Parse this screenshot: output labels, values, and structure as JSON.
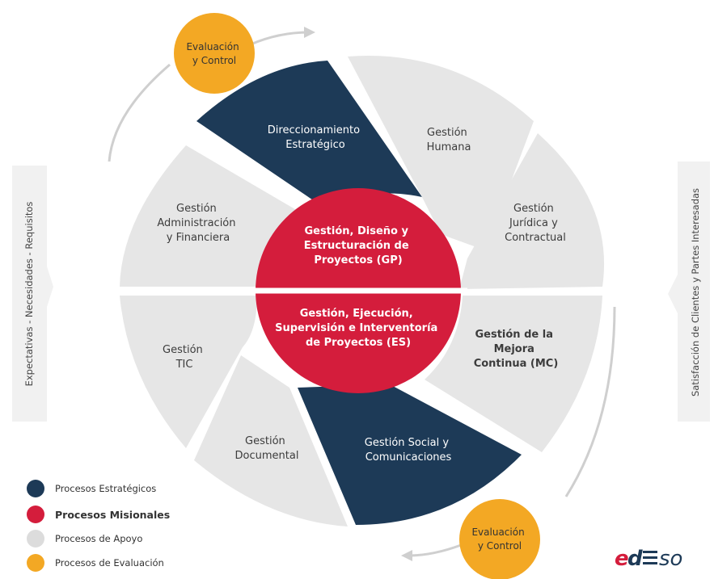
{
  "colors": {
    "strategic": "#1d3a57",
    "missional": "#d41d3c",
    "support": "#e6e6e6",
    "evaluation": "#f3a824",
    "arrow": "#cfcfcf",
    "side_panel": "#f1f1f1"
  },
  "left_panel": {
    "text": "Expectativas - Necesidades - Requisitos"
  },
  "right_panel": {
    "text": "Satisfacción de Clientes y Partes Interesadas"
  },
  "evaluation_top": {
    "lines": [
      "Evaluación",
      "y Control"
    ]
  },
  "evaluation_bottom": {
    "lines": [
      "Evaluación",
      "y Control"
    ]
  },
  "segments": [
    {
      "lines": [
        "Direccionamiento",
        "Estratégico"
      ]
    },
    {
      "lines": [
        "Gestión",
        "Humana"
      ]
    },
    {
      "lines": [
        "Gestión",
        "Jurídica y",
        "Contractual"
      ]
    },
    {
      "lines": [
        "Gestión de la",
        "Mejora",
        "Continua (MC)"
      ]
    },
    {
      "lines": [
        "Gestión Social y",
        "Comunicaciones"
      ]
    },
    {
      "lines": [
        "Gestión",
        "Documental"
      ]
    },
    {
      "lines": [
        "Gestión",
        "TIC"
      ]
    },
    {
      "lines": [
        "Gestión",
        "Administración",
        "y Financiera"
      ]
    }
  ],
  "center": {
    "top_lines": [
      "Gestión, Diseño y",
      "Estructuración de",
      "Proyectos (GP)"
    ],
    "bottom_lines": [
      "Gestión, Ejecución,",
      "Supervisión e Interventoría",
      "de Proyectos (ES)"
    ]
  },
  "legend": [
    {
      "label": "Procesos Estratégicos",
      "color": "strategic"
    },
    {
      "label": "Procesos Misionales",
      "color": "missional"
    },
    {
      "label": "Procesos de Apoyo",
      "color": "support"
    },
    {
      "label": "Procesos de Evaluación",
      "color": "evaluation"
    }
  ],
  "logo": {
    "text": "edeso"
  }
}
